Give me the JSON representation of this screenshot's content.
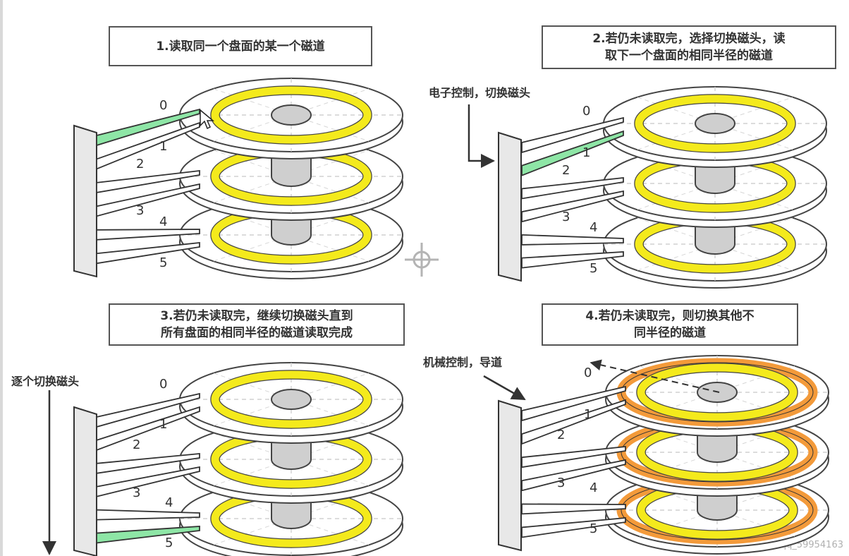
{
  "panels": [
    {
      "step": "1",
      "caption": [
        "1.读取同一个盘面的某一个磁道"
      ]
    },
    {
      "step": "2",
      "caption": [
        "2.若仍未读取完，选择切换磁头，读",
        "取下一个盘面的相同半径的磁道"
      ]
    },
    {
      "step": "3",
      "caption": [
        "3.若仍未读取完，继续切换磁头直到",
        "所有盘面的相同半径的磁道读取完成"
      ]
    },
    {
      "step": "4",
      "caption": [
        "4.若仍未读取完，则切换其他不",
        "同半径的磁道"
      ]
    }
  ],
  "annotations": {
    "electronic": "电子控制，切换磁头",
    "switch_each": "逐个切换磁头",
    "mechanical": "机械控制，导道"
  },
  "head_numbers": [
    "0",
    "1",
    "2",
    "3",
    "4",
    "5"
  ],
  "colors": {
    "track_yellow": "#f4ea1c",
    "track_orange": "#f39a3a",
    "active_head": "#8ee6a6",
    "platter_stroke": "#444444",
    "spindle": "#cfcfcf"
  },
  "watermark": "https://blog.csdn.net/qq_59954163"
}
